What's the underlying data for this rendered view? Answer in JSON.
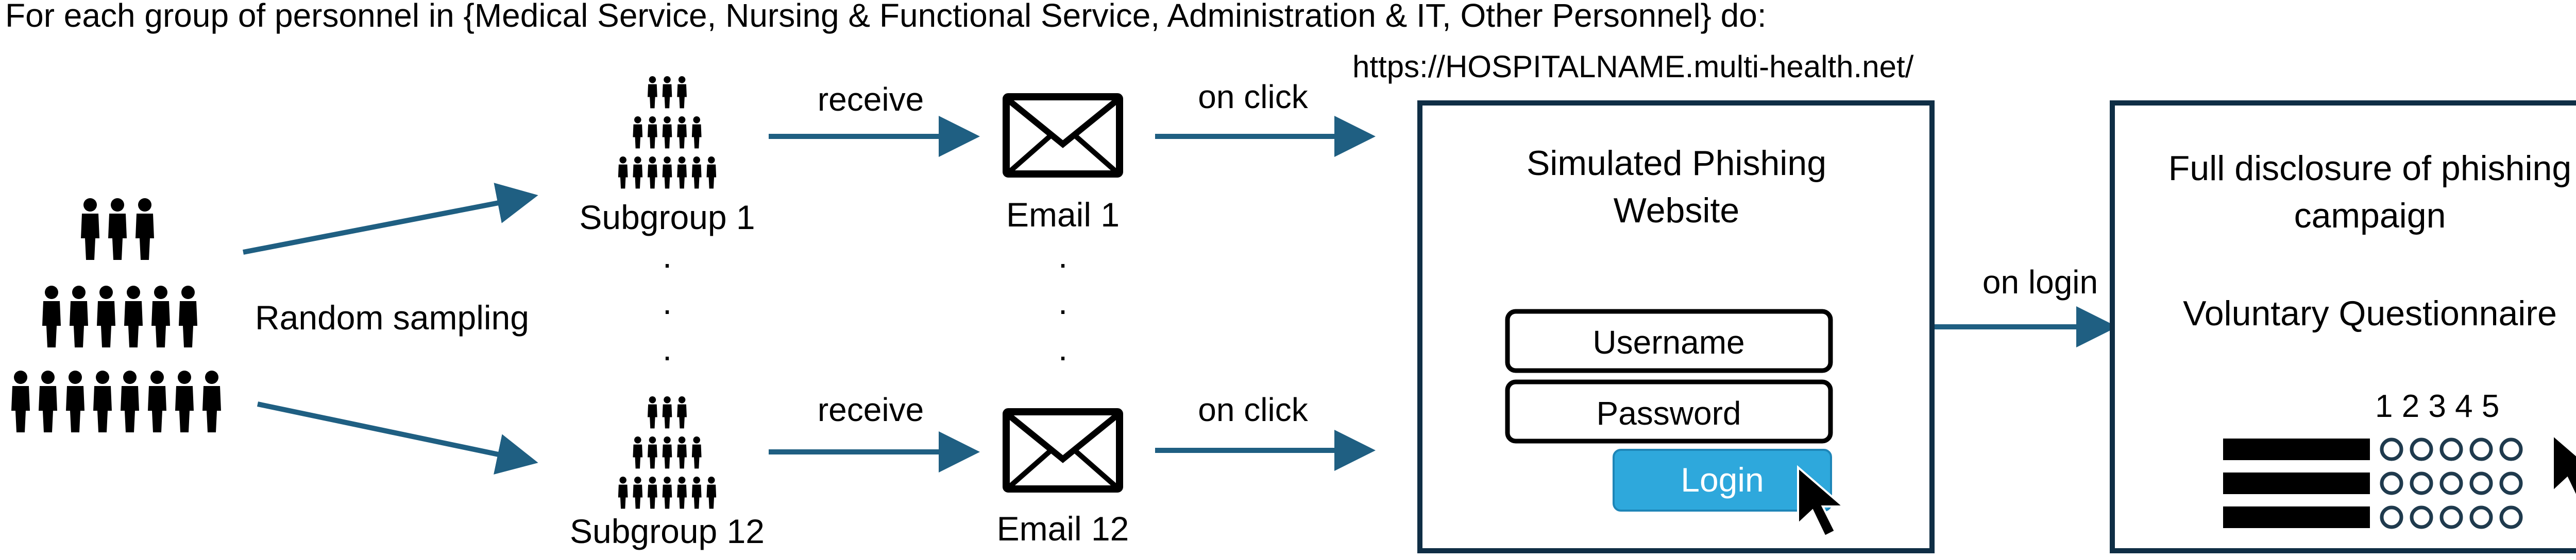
{
  "header": "For each group of personnel in {Medical Service, Nursing & Functional Service, Administration & IT, Other Personnel} do:",
  "url": "https://HOSPITALNAME.multi-health.net/",
  "sampling_label": "Random sampling",
  "subgroups": {
    "first": "Subgroup 1",
    "last": "Subgroup 12",
    "dots": "."
  },
  "edges": {
    "receive": "receive",
    "on_click": "on click",
    "on_login": "on login"
  },
  "emails": {
    "first": "Email 1",
    "last": "Email 12"
  },
  "phishing_site": {
    "title_line1": "Simulated Phishing",
    "title_line2": "Website",
    "username": "Username",
    "password": "Password",
    "login": "Login"
  },
  "disclosure": {
    "title_line1": "Full disclosure of phishing",
    "title_line2": "campaign",
    "questionnaire": "Voluntary Questionnaire",
    "scale": "1 2 3 4 5"
  },
  "colors": {
    "arrow": "#1f5f82",
    "button": "#2ea8dc",
    "box": "#0f2e45",
    "text": "#000000"
  },
  "icons": [
    "people-pyramid-icon",
    "envelope-icon",
    "cursor-icon",
    "likert-scale-icon"
  ]
}
